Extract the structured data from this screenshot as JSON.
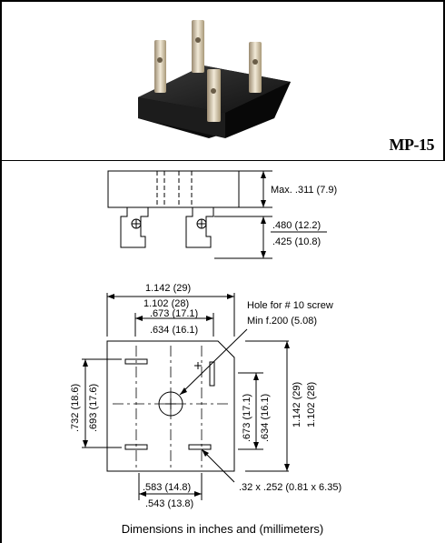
{
  "part_number": "MP-15",
  "side_view": {
    "height_max": "Max. .311 (7.9)",
    "lead_length_max": ".480 (12.2)",
    "lead_length_min": ".425 (10.8)"
  },
  "top_view": {
    "width_max": "1.142 (29)",
    "width_min": "1.102 (28)",
    "pin_spacing_max": ".673 (17.1)",
    "pin_spacing_min": ".634 (16.1)",
    "hole_note_1": "Hole for # 10 screw",
    "hole_note_2": "Min f.200 (5.08)",
    "left_dim_max": ".732 (18.6)",
    "left_dim_min": ".693 (17.6)",
    "right_pin_max": ".673 (17.1)",
    "right_pin_min": ".634 (16.1)",
    "right_body_max": "1.142 (29)",
    "right_body_min": "1.102 (28)",
    "bottom_dim_max": ".583 (14.8)",
    "bottom_dim_min": ".543 (13.8)",
    "lead_size": ".32 x .252 (0.81 x 6.35)"
  },
  "caption": "Dimensions in inches and (millimeters)"
}
